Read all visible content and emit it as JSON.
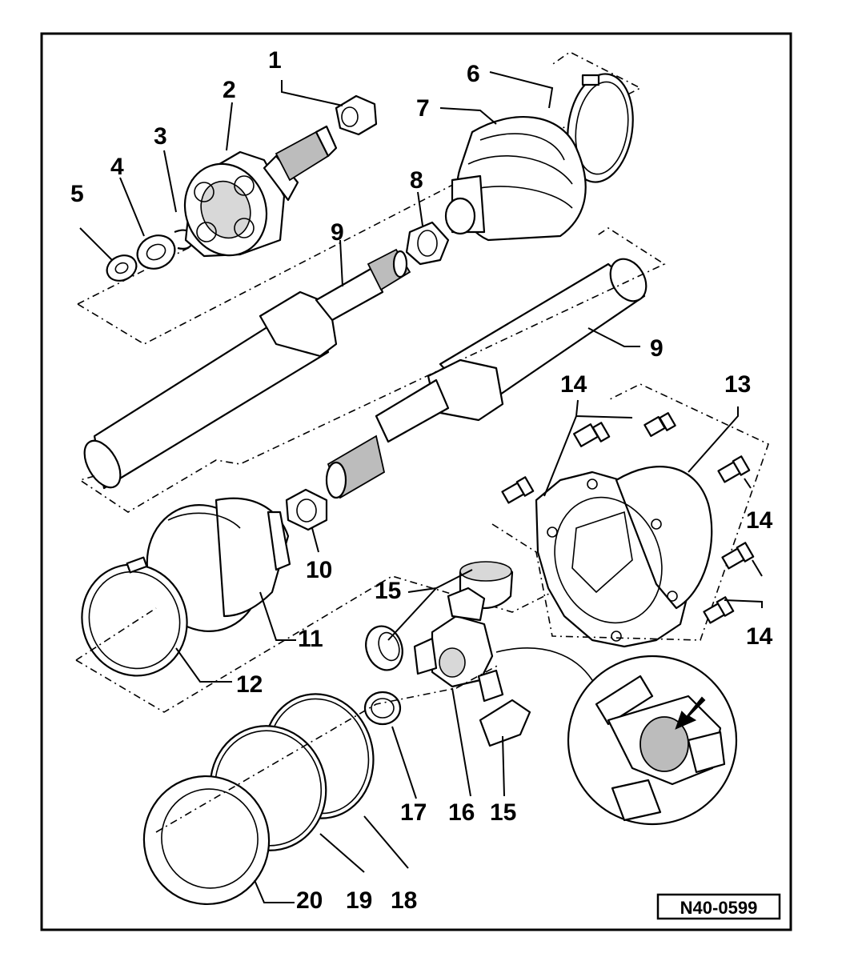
{
  "figure_id": "N40-0599",
  "labels": {
    "l1": "1",
    "l2": "2",
    "l3": "3",
    "l4": "4",
    "l5": "5",
    "l6": "6",
    "l7": "7",
    "l8": "8",
    "l9a": "9",
    "l9b": "9",
    "l10": "10",
    "l11": "11",
    "l12": "12",
    "l13": "13",
    "l14a": "14",
    "l14b": "14",
    "l14c": "14",
    "l15a": "15",
    "l15b": "15",
    "l16": "16",
    "l17": "17",
    "l18": "18",
    "l19": "19",
    "l20": "20"
  },
  "icons": {
    "detail_arrow": "arrow-down-left-icon"
  }
}
